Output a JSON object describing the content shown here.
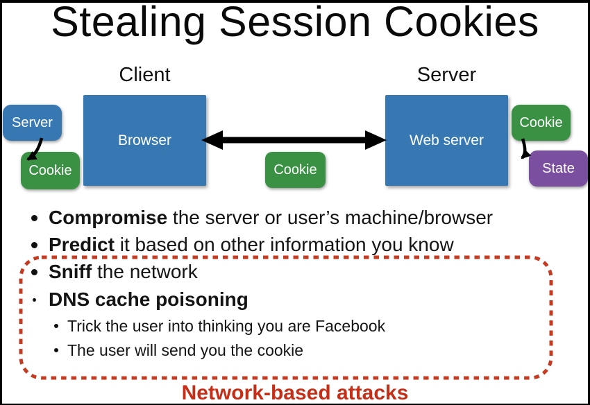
{
  "slide": {
    "title": "Stealing Session Cookies",
    "footer_label": "Network-based attacks",
    "footer_color": "#C52F17",
    "highlight_border_color": "#C43B22"
  },
  "diagram": {
    "client_heading": "Client",
    "server_heading": "Server",
    "arrow_color": "#000000",
    "boxes": {
      "browser": {
        "label": "Browser",
        "color": "#3878B2"
      },
      "web_server": {
        "label": "Web server",
        "color": "#3878B2"
      },
      "left_server": {
        "label": "Server",
        "color": "#3878B2"
      },
      "left_cookie": {
        "label": "Cookie",
        "color": "#3A9143"
      },
      "middle_cookie": {
        "label": "Cookie",
        "color": "#3A9143"
      },
      "right_cookie": {
        "label": "Cookie",
        "color": "#3A9143"
      },
      "state": {
        "label": "State",
        "color": "#7A4F9F"
      }
    }
  },
  "bullets": {
    "items": [
      {
        "bold": "Compromise",
        "rest": " the server or user’s machine/browser"
      },
      {
        "bold": "Predict",
        "rest": " it based on other information you know"
      },
      {
        "bold": "Sniff",
        "rest": " the network"
      },
      {
        "bold": "DNS cache poisoning",
        "rest": ""
      }
    ],
    "sub_items": [
      {
        "text": "Trick the user into thinking you are Facebook"
      },
      {
        "text": "The user will send you the cookie"
      }
    ]
  }
}
